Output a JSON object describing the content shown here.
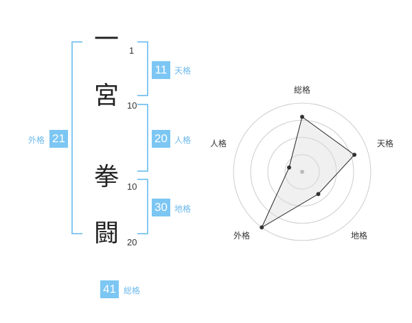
{
  "name_chars": [
    {
      "char": "一",
      "strokes": "1"
    },
    {
      "char": "宮",
      "strokes": "10"
    },
    {
      "char": "拳",
      "strokes": "10"
    },
    {
      "char": "闘",
      "strokes": "20"
    }
  ],
  "kaku": {
    "tenkaku": {
      "label": "天格",
      "value": "11"
    },
    "jinkaku": {
      "label": "人格",
      "value": "20"
    },
    "chikaku": {
      "label": "地格",
      "value": "30"
    },
    "gaikaku": {
      "label": "外格",
      "value": "21"
    },
    "soukaku": {
      "label": "総格",
      "value": "41"
    }
  },
  "colors": {
    "accent": "#7cc6f3",
    "bracket": "#84c8f2",
    "label": "#6cb9ec"
  },
  "chart_data": {
    "type": "radar",
    "axes": [
      "総格",
      "天格",
      "地格",
      "外格",
      "人格"
    ],
    "values": [
      4,
      4,
      2,
      5,
      1
    ],
    "rmax": 5,
    "rings": 4
  }
}
